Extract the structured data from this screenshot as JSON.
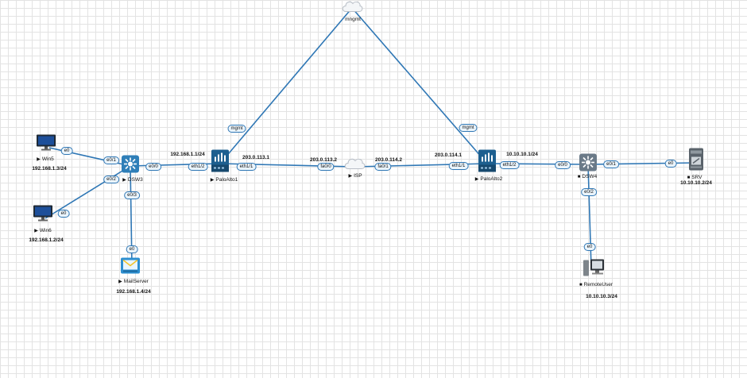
{
  "nodes": {
    "win5": {
      "name": "Win5",
      "status": "play",
      "type": "pc"
    },
    "win6": {
      "name": "Win6",
      "status": "play",
      "type": "pc"
    },
    "dsw3": {
      "name": "DSW3",
      "status": "play",
      "type": "switch"
    },
    "mailserver": {
      "name": "MailServer",
      "status": "play",
      "type": "server"
    },
    "paloalto1": {
      "name": "PaloAlto1",
      "status": "play",
      "type": "firewall"
    },
    "mngmt": {
      "name": "mngmt",
      "type": "cloud"
    },
    "isp": {
      "name": "ISP",
      "status": "play",
      "type": "cloud"
    },
    "paloalto2": {
      "name": "PaloAlto2",
      "status": "play",
      "type": "firewall"
    },
    "dsw4": {
      "name": "DSW4",
      "status": "stop",
      "type": "switch"
    },
    "srv": {
      "name": "SRV",
      "status": "stop",
      "type": "server"
    },
    "remoteuser": {
      "name": "RemoteUser",
      "status": "stop",
      "type": "pc"
    }
  },
  "addresses": {
    "win5": "192.168.1.3/24",
    "win6": "192.168.1.2/24",
    "mail": "192.168.1.4/24",
    "pa1_inside": "192.168.1.1/24",
    "pa1_outside": "203.0.113.1",
    "isp_left": "203.0.113.2",
    "isp_right": "203.0.114.2",
    "pa2_outside": "203.0.114.1",
    "pa2_inside": "10.10.10.1/24",
    "srv": "10.10.10.2/24",
    "remote": "10.10.10.3/24"
  },
  "ports": {
    "win5_e0": "e0",
    "dsw3_e01": "e0/1",
    "win6_e0": "e0",
    "dsw3_e02": "e0/2",
    "dsw3_e03": "e0/3",
    "mail_e0": "e0",
    "dsw3_e00": "e0/0",
    "pa1_eth12": "eth1/2",
    "pa1_eth11": "eth1/1",
    "isp_fa00": "fa0/0",
    "isp_fa01": "fa0/1",
    "pa2_eth11": "eth1/1",
    "pa2_eth12": "eth1/2",
    "dsw4_e00": "e0/0",
    "dsw4_e01": "e0/1",
    "srv_e0": "e0",
    "dsw4_e02": "e0/2",
    "remote_e0": "e0",
    "pa1_mgmt": "mgmt",
    "pa2_mgmt": "mgmt"
  },
  "status_glyphs": {
    "play": "▶",
    "stop": "■"
  },
  "colors": {
    "link": "#2f77b5",
    "grid": "#e3e3e3",
    "switch": "#2f7fb8",
    "firewall": "#1d5f8f"
  }
}
